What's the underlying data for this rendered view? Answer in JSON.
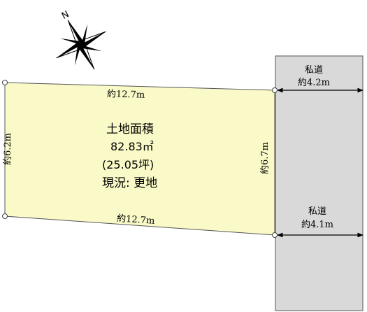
{
  "compass": {
    "north_label": "N"
  },
  "lot": {
    "fill_color": "#fafac8",
    "top_edge_label": "約12.7m",
    "bottom_edge_label": "約12.7m",
    "left_edge_label": "約6.2m",
    "right_edge_label": "約6.7m",
    "info": {
      "title": "土地面積",
      "area": "82.83㎡",
      "tsubo": "(25.05坪)",
      "status": "現況: 更地"
    }
  },
  "roads": {
    "fill_color": "#d9d9d9",
    "upper": {
      "name": "私道",
      "width": "約4.2m"
    },
    "lower": {
      "name": "私道",
      "width": "約4.1m"
    }
  }
}
